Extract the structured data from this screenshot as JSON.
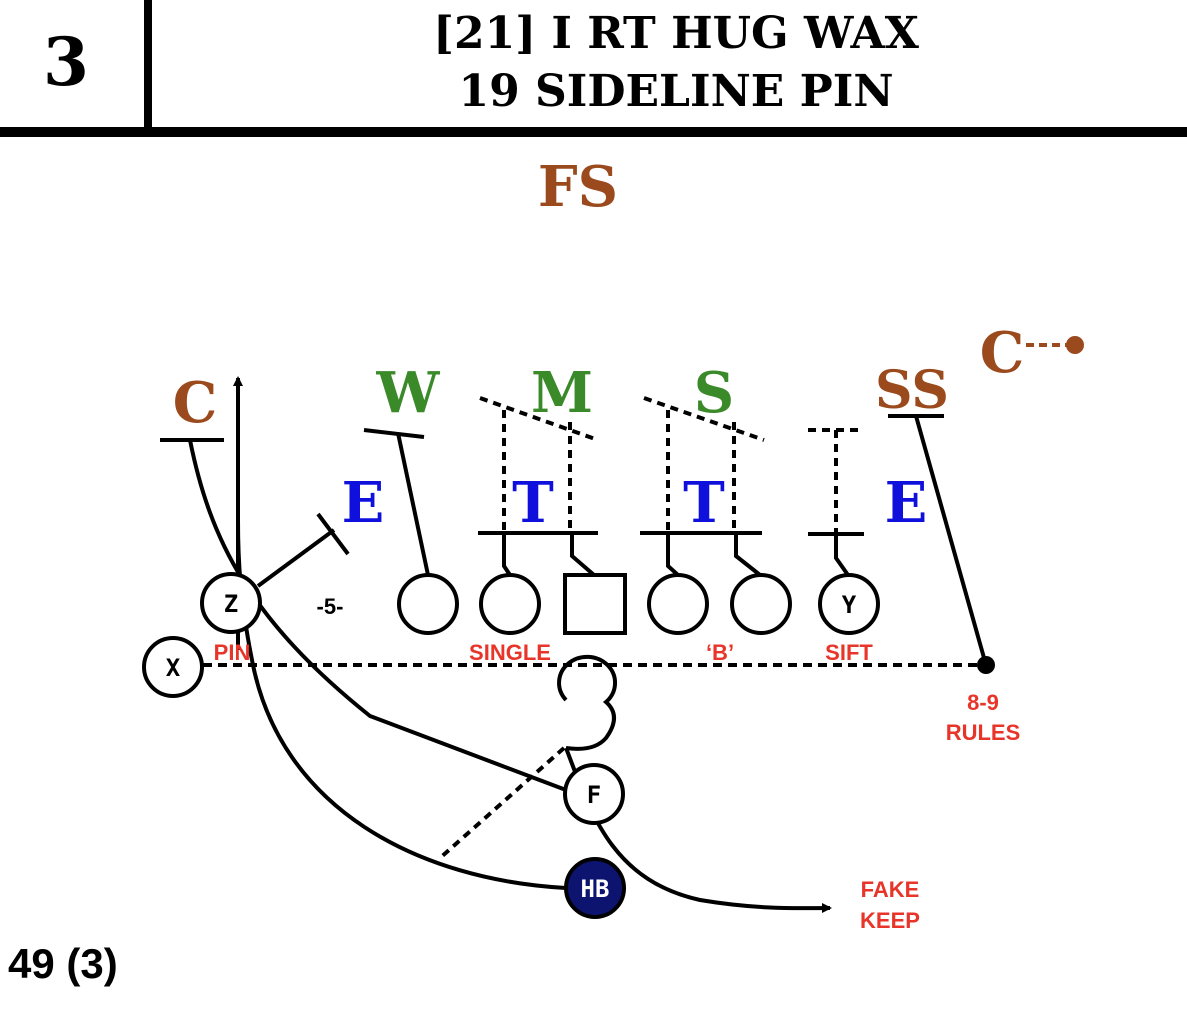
{
  "header": {
    "play_number": "3",
    "title_line1": "[21] I RT HUG WAX",
    "title_line2": "19 SIDELINE PIN"
  },
  "colors": {
    "defense_secondary": "#9a4a1c",
    "defense_linebacker": "#3b8a2a",
    "defense_line": "#1010dd",
    "assignment_text": "#e8352a",
    "ball_carrier_fill": "#0d1470",
    "ink": "#000000"
  },
  "defense": {
    "free_safety": "FS",
    "corner_left": "C",
    "corner_right": "C",
    "strong_safety": "SS",
    "will": "W",
    "mike": "M",
    "sam": "S",
    "end_left": "E",
    "tackle_left": "T",
    "tackle_right": "T",
    "end_right": "E"
  },
  "offense": {
    "z_receiver": "Z",
    "x_receiver": "X",
    "y_end": "Y",
    "fullback": "F",
    "halfback": "HB"
  },
  "labels": {
    "split": "-5-",
    "pin": "PIN",
    "single": "SINGLE",
    "b_gap": "‘B’",
    "sift": "SIFT",
    "rules_line1": "8-9",
    "rules_line2": "RULES",
    "fake_line1": "FAKE",
    "fake_line2": "KEEP"
  },
  "footer": {
    "play_code": "49 (3)"
  },
  "icons": [
    "arrowhead-icon",
    "dot-icon"
  ]
}
